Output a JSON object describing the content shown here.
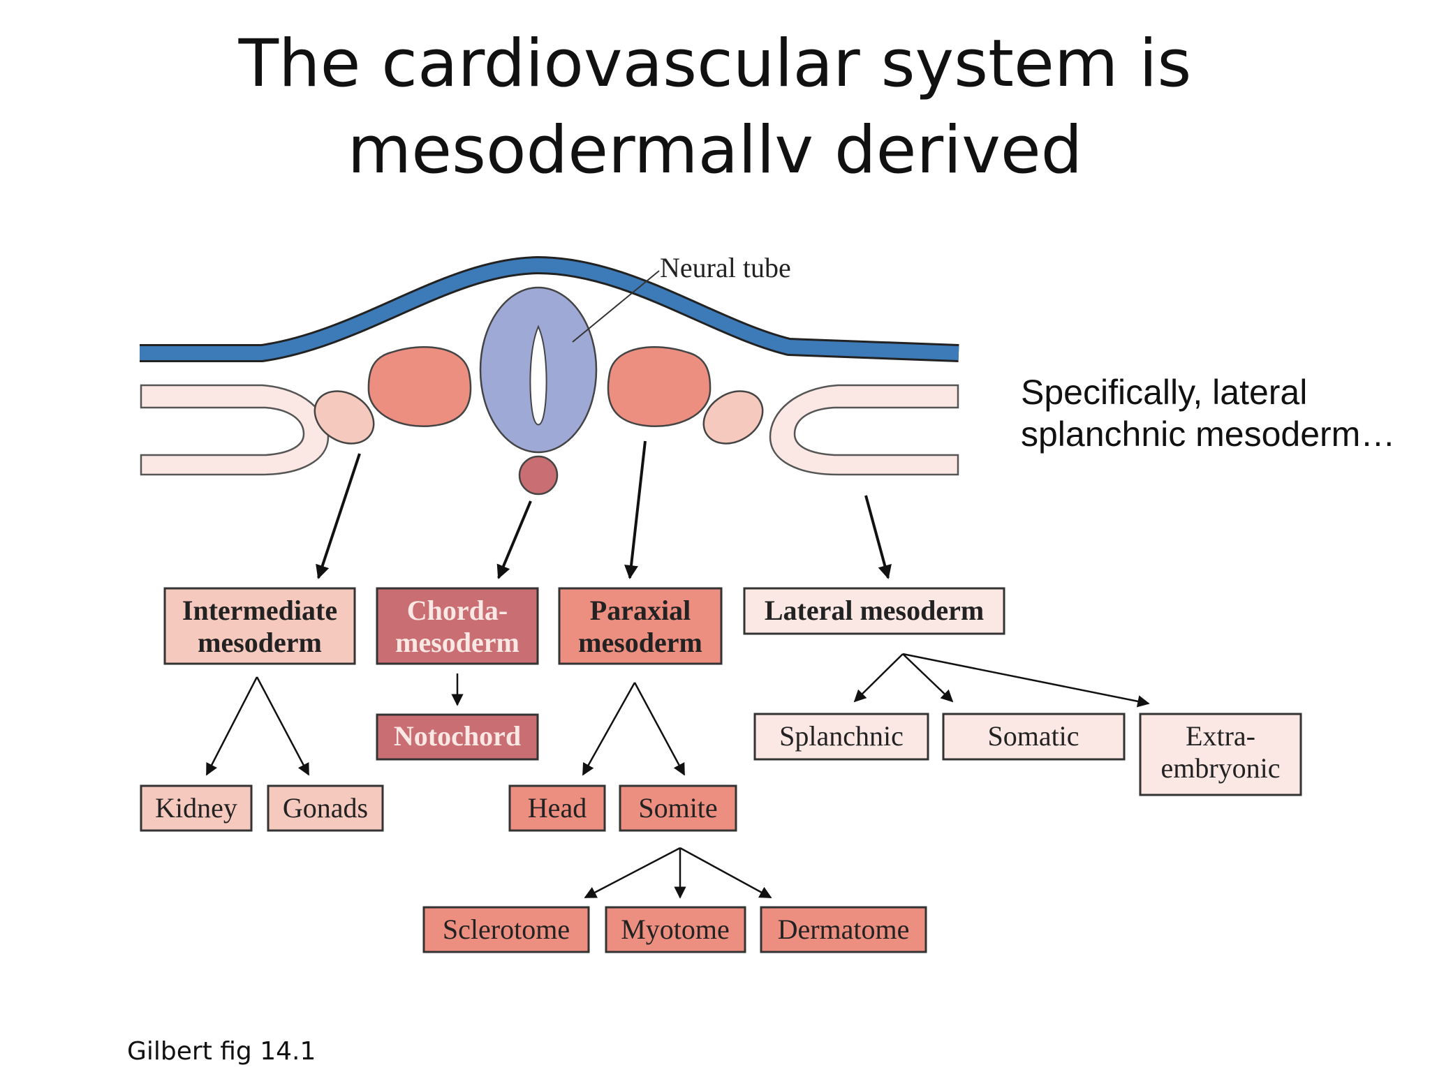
{
  "slide": {
    "title_line1": "The cardiovascular system is",
    "title_line2": "mesodermallv derived",
    "side_note_line1": "Specifically, lateral",
    "side_note_line2": "splanchnic mesoderm…",
    "credit": "Gilbert fig 14.1"
  },
  "diagram": {
    "neural_tube_label": "Neural tube",
    "boxes": {
      "intermediate": [
        "Intermediate",
        "mesoderm"
      ],
      "chorda": [
        "Chorda-",
        "mesoderm"
      ],
      "paraxial": [
        "Paraxial",
        "mesoderm"
      ],
      "lateral": "Lateral mesoderm",
      "notochord": "Notochord",
      "kidney": "Kidney",
      "gonads": "Gonads",
      "head": "Head",
      "somite": "Somite",
      "splanchnic": "Splanchnic",
      "somatic": "Somatic",
      "extra": [
        "Extra-",
        "embryonic"
      ],
      "sclerotome": "Sclerotome",
      "myotome": "Myotome",
      "dermatome": "Dermatome"
    }
  },
  "colors": {
    "ectoderm": "#3d7ab8",
    "neural_tube": "#9ea9d6",
    "paraxial_tissue": "#ec8f80",
    "light_pink": "#f5c9bd",
    "lateral_fill": "#fbe8e4",
    "chorda_fill": "#c96e72",
    "box_stroke": "#333333"
  }
}
